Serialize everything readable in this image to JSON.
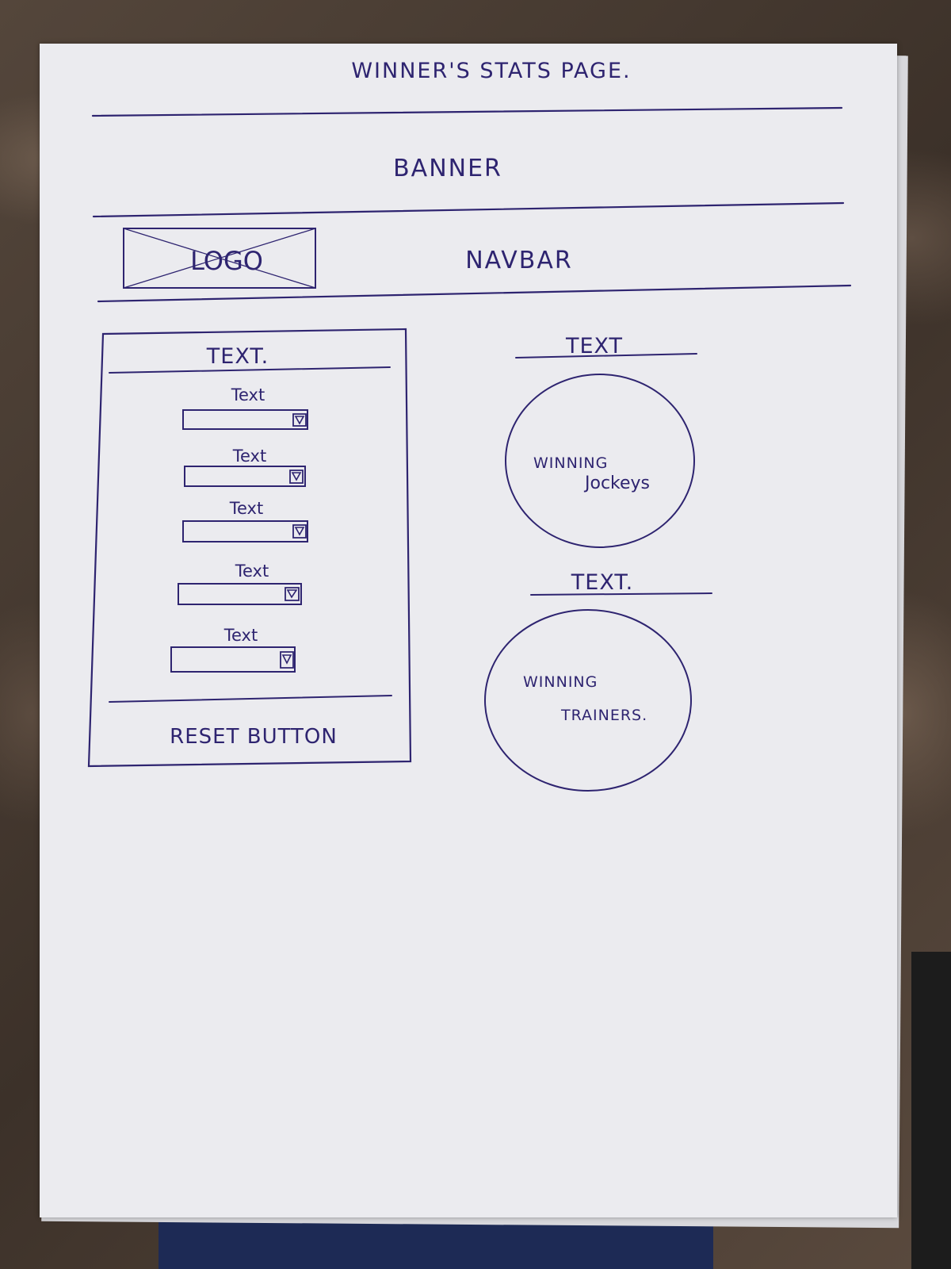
{
  "page_title": "WINNER'S STATS PAGE.",
  "banner": {
    "label": "BANNER"
  },
  "navbar": {
    "logo_label": "LOGO",
    "label": "NAVBAR"
  },
  "filter_panel": {
    "heading": "TEXT.",
    "dropdowns": [
      {
        "label": "Text"
      },
      {
        "label": "Text"
      },
      {
        "label": "Text"
      },
      {
        "label": "Text"
      },
      {
        "label": "Text"
      }
    ],
    "reset_label": "RESET BUTTON"
  },
  "charts": [
    {
      "heading": "TEXT",
      "line1": "WINNING",
      "line2": "Jockeys"
    },
    {
      "heading": "TEXT.",
      "line1": "WINNING",
      "line2": "TRAINERS."
    }
  ],
  "colors": {
    "ink": "#2e2470",
    "paper": "#ebebef"
  },
  "icons": {
    "dropdown": "triangle-down-icon",
    "logo_placeholder": "crossed-box-icon"
  }
}
